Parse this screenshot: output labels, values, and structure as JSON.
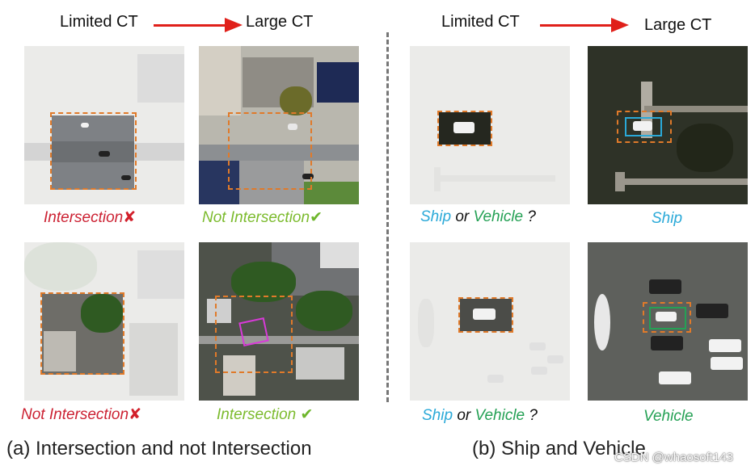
{
  "headers": {
    "left_from": "Limited CT",
    "left_to": "Large CT",
    "right_from": "Limited CT",
    "right_to": "Large CT"
  },
  "captions": {
    "a_top_left": "Intersection",
    "a_top_right": "Not Intersection",
    "a_bottom_left": "Not Intersection",
    "a_bottom_right": "Intersection",
    "b_top_left": {
      "part1": "Ship",
      "part2": "or",
      "part3": "Vehicle",
      "part4": "?"
    },
    "b_top_right": "Ship",
    "b_bottom_left": {
      "part1": "Ship",
      "part2": "or",
      "part3": "Vehicle",
      "part4": "?"
    },
    "b_bottom_right": "Vehicle"
  },
  "marks": {
    "cross": "✘",
    "check": "✔"
  },
  "subcaptions": {
    "a": "(a) Intersection and not Intersection",
    "b": "(b) Ship and Vehicle"
  },
  "watermark": "CSDN @whaosoft143",
  "colors": {
    "arrow": "#e0201a",
    "box_dashed": "#e07a2a",
    "box_cyan": "#2aa9d8",
    "box_green": "#25a155",
    "box_magenta": "#d83ad8",
    "caption_red": "#cc2233",
    "caption_green": "#7cbb2e",
    "caption_cyan": "#2aa9d8",
    "caption_dark_green": "#25a155"
  }
}
